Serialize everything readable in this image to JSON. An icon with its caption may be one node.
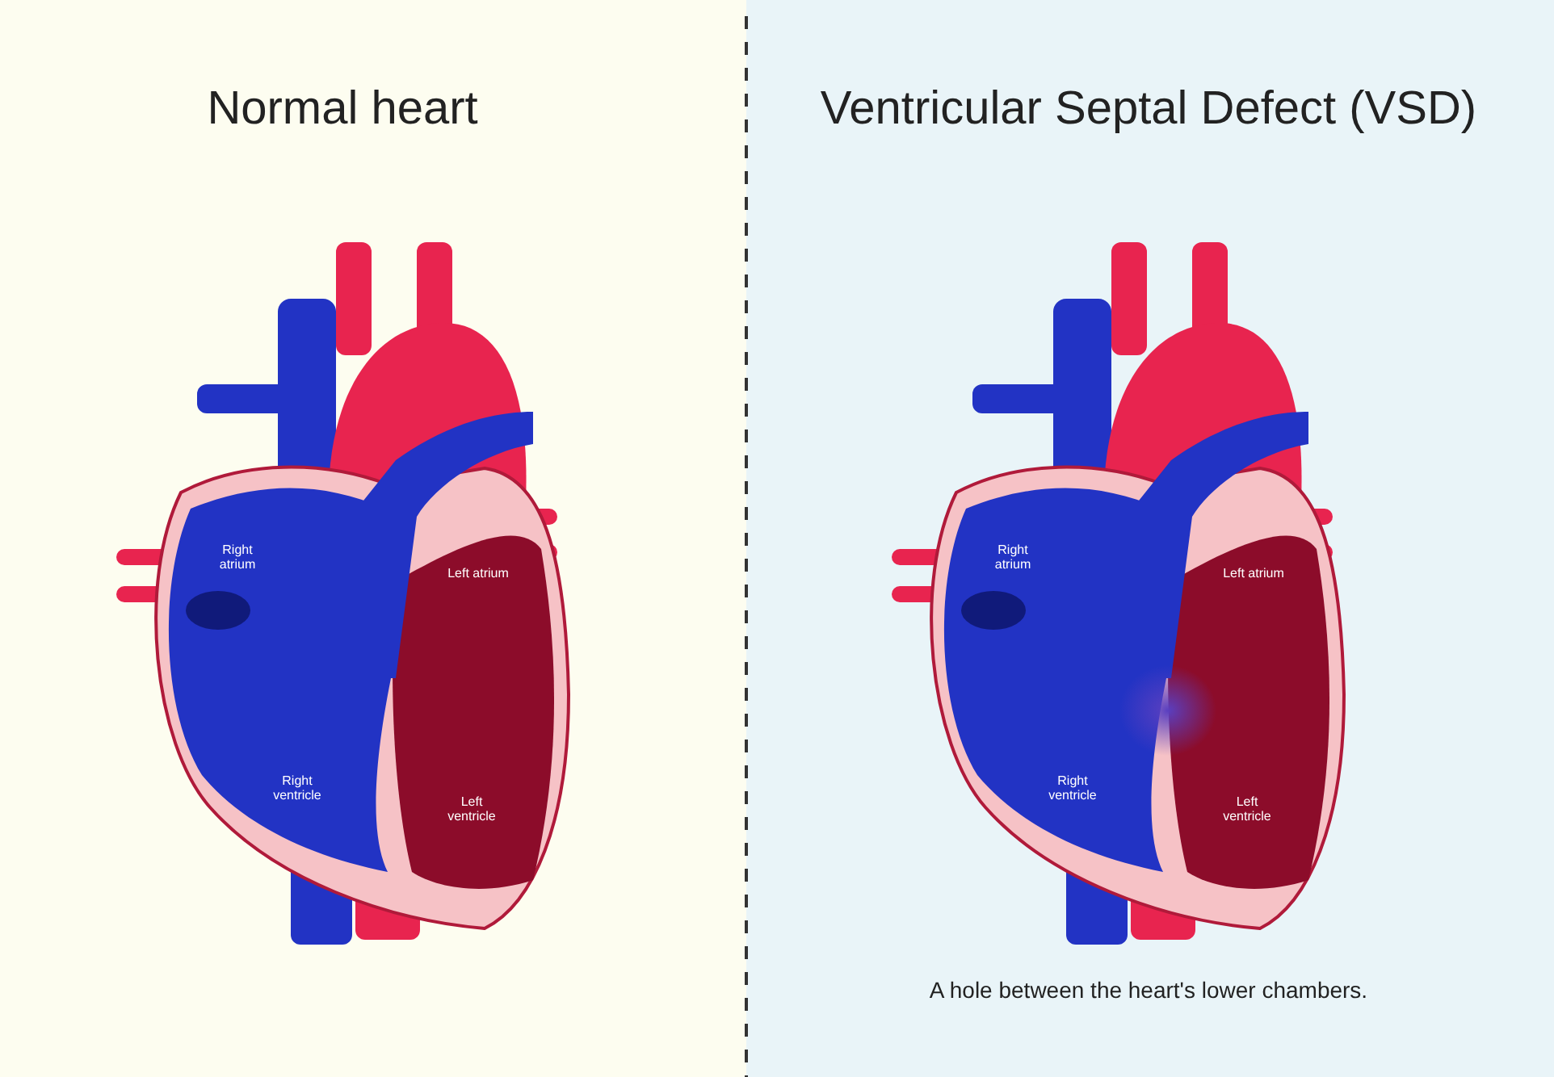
{
  "diagram": {
    "labels": [
      "Normal heart",
      "Ventricular Septal Defect (VSD)",
      "Right atrium",
      "Left atrium",
      "Right ventricle",
      "Left ventricle",
      "Right atrium",
      "Left atrium",
      "Right ventricle",
      "Left ventricle",
      "A hole between the heart's lower chambers."
    ]
  }
}
